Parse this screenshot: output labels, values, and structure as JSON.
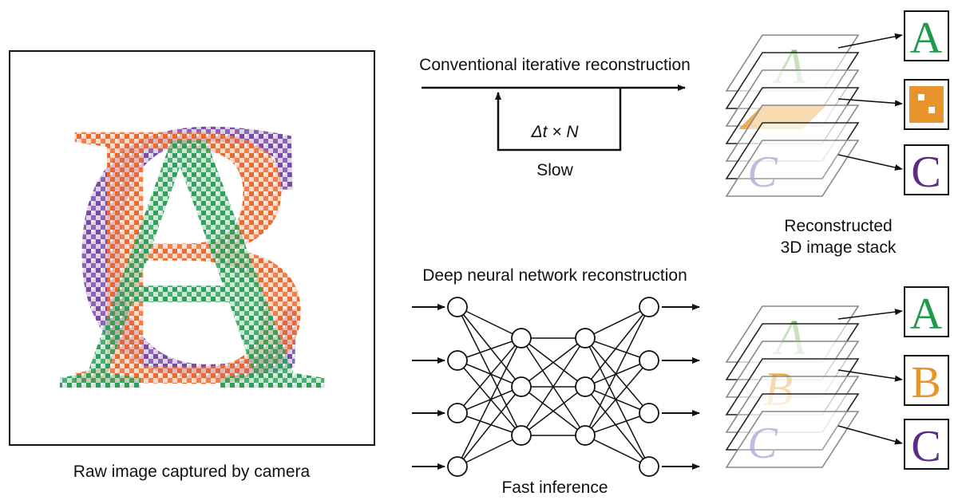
{
  "raw_panel": {
    "caption": "Raw image captured by camera",
    "letters": [
      "A",
      "B",
      "C"
    ]
  },
  "conventional": {
    "title": "Conventional iterative reconstruction",
    "loop_label": "Δt × N",
    "speed_label": "Slow"
  },
  "dnn": {
    "title": "Deep neural network reconstruction",
    "speed_label": "Fast inference",
    "layers": [
      4,
      3,
      3,
      4
    ]
  },
  "stack_caption": {
    "line1": "Reconstructed",
    "line2": "3D image stack"
  },
  "outputs_top": [
    {
      "letter": "A",
      "color": "#1f9a4a"
    },
    {
      "letter": "",
      "color": "#e8942c"
    },
    {
      "letter": "C",
      "color": "#5a2d83"
    }
  ],
  "outputs_bottom": [
    {
      "letter": "A",
      "color": "#1f9a4a"
    },
    {
      "letter": "B",
      "color": "#e8942c"
    },
    {
      "letter": "C",
      "color": "#5a2d83"
    }
  ],
  "colors": {
    "green": "#2ea05a",
    "orange": "#ec6a2e",
    "purple": "#7b4aa6",
    "stack_green": "#7fbf6a",
    "stack_orange": "#e8a23a",
    "stack_purple": "#b9a8d6"
  }
}
